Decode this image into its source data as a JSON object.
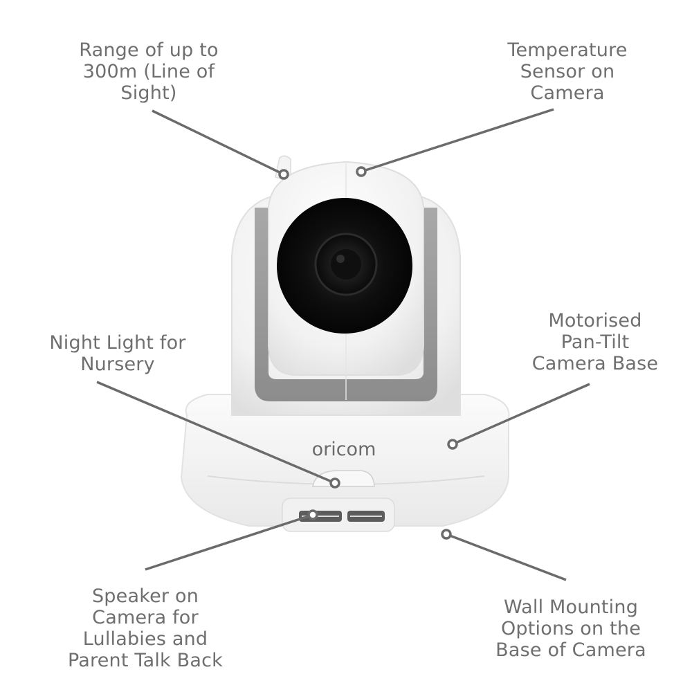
{
  "brand_text": "oricom",
  "callouts": [
    {
      "id": "range",
      "lines": [
        "Range of up to",
        "300m (Line of",
        "Sight)"
      ]
    },
    {
      "id": "temperature",
      "lines": [
        "Temperature",
        "Sensor on",
        "Camera"
      ]
    },
    {
      "id": "night-light",
      "lines": [
        "Night Light for",
        "Nursery"
      ]
    },
    {
      "id": "pan-tilt",
      "lines": [
        "Motorised",
        "Pan-Tilt",
        "Camera Base"
      ]
    },
    {
      "id": "speaker",
      "lines": [
        "Speaker on",
        "Camera for",
        "Lullabies and",
        "Parent Talk Back"
      ]
    },
    {
      "id": "wall-mount",
      "lines": [
        "Wall Mounting",
        "Options on the",
        "Base of Camera"
      ]
    }
  ],
  "colors": {
    "text": "#6f6f6f",
    "leader_line": "#6b6b6b",
    "camera_body": "#f3f3f3",
    "camera_trim": "#9a9a9a",
    "lens": "#0b0b0b"
  }
}
